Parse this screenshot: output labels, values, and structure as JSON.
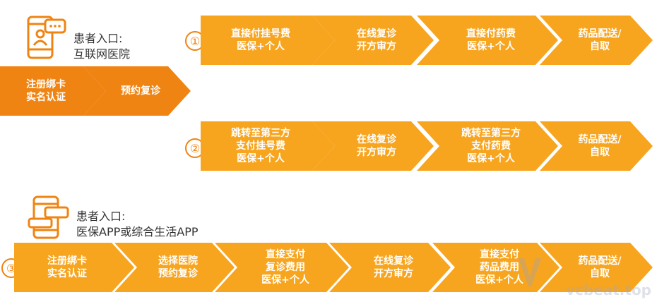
{
  "colors": {
    "orange": "#ef8412",
    "yellow": "#f7a51f"
  },
  "entry_a": {
    "text": "患者入口:\n互联网医院",
    "icon": "phone-chat-icon"
  },
  "entry_b": {
    "text": "患者入口:\n医保APP或综合生活APP",
    "icon": "phone-dialog-icon"
  },
  "rows": {
    "pre": [
      "注册绑卡\n实名认证",
      "预约复诊"
    ],
    "r1": {
      "marker": "①",
      "steps": [
        "直接付挂号费\n医保+个人",
        "在线复诊\n开方审方",
        "直接付药费\n医保+个人",
        "药品配送/\n自取"
      ]
    },
    "r2": {
      "marker": "②",
      "steps": [
        "跳转至第三方\n支付挂号费\n医保+个人",
        "在线复诊\n开方审方",
        "跳转至第三方\n支付药费\n医保+个人",
        "药品配送/\n自取"
      ]
    },
    "r3": {
      "marker": "③",
      "steps": [
        "注册绑卡\n实名认证",
        "选择医院\n预约复诊",
        "直接支付\n复诊费用\n医保+个人",
        "在线复诊\n开方审方",
        "直接支付\n药品费用\n医保+个人",
        "药品配送/\n自取"
      ]
    }
  },
  "watermark": {
    "text": "vcbeat.top",
    "icon": "vb-logo-icon"
  }
}
